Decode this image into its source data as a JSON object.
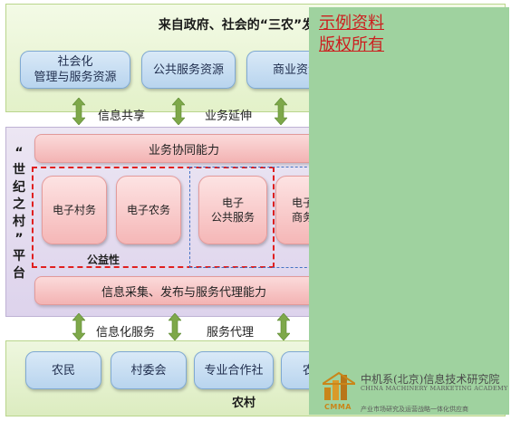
{
  "top": {
    "title": "来自政府、社会的“三农”发展资源",
    "boxes": [
      "社会化\n管理与服务资源",
      "公共服务资源",
      "商业资源"
    ]
  },
  "connectors_top": {
    "left": "信息共享",
    "right": "业务延伸"
  },
  "platform": {
    "vertical_label": "“世纪之村”平台",
    "vertical_chars": [
      "“",
      "世",
      "纪",
      "之",
      "村",
      "”",
      "平",
      "台"
    ],
    "top_bar": "业务协同能力",
    "boxes": [
      "电子村务",
      "电子农务",
      "电子\n公共服务",
      "电子\n商务"
    ],
    "public_label": "公益性",
    "bottom_bar": "信息采集、发布与服务代理能力"
  },
  "connectors_bottom": {
    "left": "信息化服务",
    "right": "服务代理"
  },
  "bottom": {
    "title": "农村",
    "boxes": [
      "农民",
      "村委会",
      "专业合作社",
      "农村"
    ]
  },
  "overlay": {
    "text_line1": "示例资料",
    "text_line2": "版权所有",
    "bg_color": "#9fd29f",
    "text_color": "#cc1f1f"
  },
  "logo": {
    "cn": "中机系(北京)信息技术研究院",
    "en": "CHINA MACHINERY MARKETING ACADEMY",
    "mark": "CMMA",
    "tagline": "产业市场研究及运营战略一体化供应商"
  }
}
